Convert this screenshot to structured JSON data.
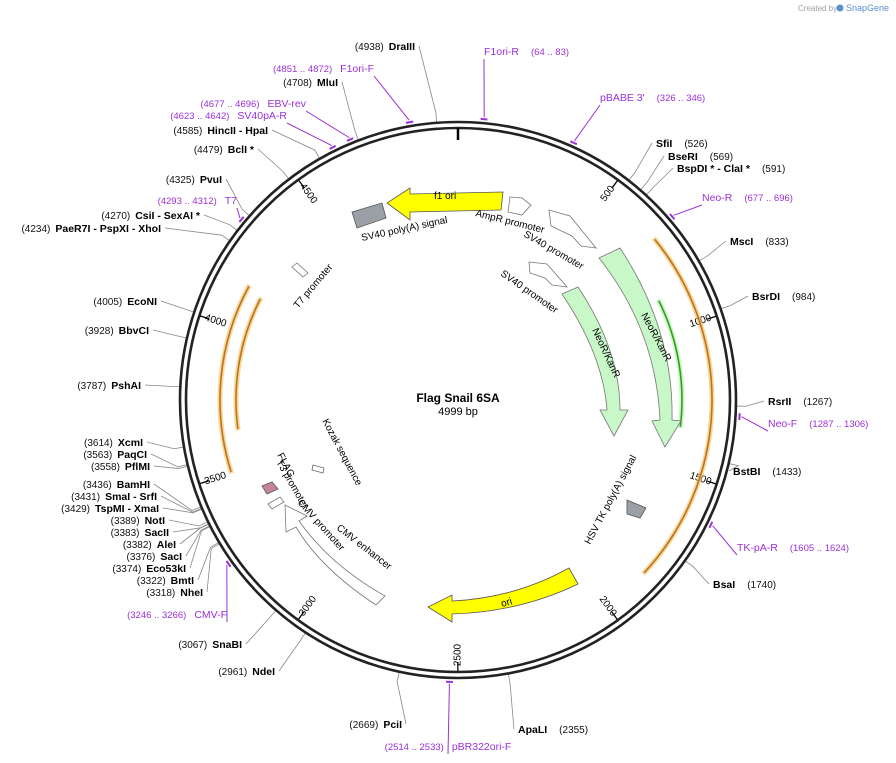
{
  "credit": {
    "prefix": "Created by",
    "brand": "SnapGene"
  },
  "plasmid": {
    "name": "Flag Snail 6SA",
    "length_label": "4999 bp",
    "length": 4999
  },
  "colors": {
    "primer": "#9b30d9",
    "orf": "#f7b24a",
    "orf_arrow": "#b8761a",
    "neo": "#c8f7c8",
    "neo_arrow": "#3a9a1a",
    "yellow": "#ffff00",
    "backbone": "#222222",
    "promoter": "#ffffff",
    "polya": "#9aa0a6",
    "flag": "#c4849f"
  },
  "ticks": [
    "500",
    "1000",
    "1500",
    "2000",
    "2500",
    "3000",
    "3500",
    "4000",
    "4500"
  ],
  "enzymes": [
    {
      "name": "DraIII",
      "pos": "(4938)"
    },
    {
      "name": "MluI",
      "pos": "(4708)"
    },
    {
      "name": "HincII - HpaI",
      "pos": "(4585)"
    },
    {
      "name": "BclI *",
      "pos": "(4479)"
    },
    {
      "name": "PvuI",
      "pos": "(4325)"
    },
    {
      "name": "CsiI - SexAI *",
      "pos": "(4270)"
    },
    {
      "name": "PaeR7I - PspXI - XhoI",
      "pos": "(4234)"
    },
    {
      "name": "EcoNI",
      "pos": "(4005)"
    },
    {
      "name": "BbvCI",
      "pos": "(3928)"
    },
    {
      "name": "PshAI",
      "pos": "(3787)"
    },
    {
      "name": "XcmI",
      "pos": "(3614)"
    },
    {
      "name": "PaqCI",
      "pos": "(3563)"
    },
    {
      "name": "PflMI",
      "pos": "(3558)"
    },
    {
      "name": "BamHI",
      "pos": "(3436)"
    },
    {
      "name": "SmaI - SrfI",
      "pos": "(3431)"
    },
    {
      "name": "TspMI - XmaI",
      "pos": "(3429)"
    },
    {
      "name": "NotI",
      "pos": "(3389)"
    },
    {
      "name": "SacII",
      "pos": "(3383)"
    },
    {
      "name": "AleI",
      "pos": "(3382)"
    },
    {
      "name": "SacI",
      "pos": "(3376)"
    },
    {
      "name": "Eco53kI",
      "pos": "(3374)"
    },
    {
      "name": "BmtI",
      "pos": "(3322)"
    },
    {
      "name": "NheI",
      "pos": "(3318)"
    },
    {
      "name": "SnaBI",
      "pos": "(3067)"
    },
    {
      "name": "NdeI",
      "pos": "(2961)"
    },
    {
      "name": "PciI",
      "pos": "(2669)"
    },
    {
      "name": "ApaLI",
      "pos": "(2355)"
    },
    {
      "name": "BsaI",
      "pos": "(1740)"
    },
    {
      "name": "BstBI",
      "pos": "(1433)"
    },
    {
      "name": "RsrII",
      "pos": "(1267)"
    },
    {
      "name": "BsrDI",
      "pos": "(984)"
    },
    {
      "name": "MscI",
      "pos": "(833)"
    },
    {
      "name": "SfiI",
      "pos": "(526)"
    },
    {
      "name": "BseRI",
      "pos": "(569)"
    },
    {
      "name": "BspDI * - ClaI *",
      "pos": "(591)"
    }
  ],
  "primers": [
    {
      "name": "F1ori-R",
      "range": "(64 .. 83)"
    },
    {
      "name": "pBABE 3'",
      "range": "(326 .. 346)"
    },
    {
      "name": "Neo-R",
      "range": "(677 .. 696)"
    },
    {
      "name": "Neo-F",
      "range": "(1287 .. 1306)"
    },
    {
      "name": "TK-pA-R",
      "range": "(1605 .. 1624)"
    },
    {
      "name": "pBR322ori-F",
      "range": "(2514 .. 2533)"
    },
    {
      "name": "CMV-F",
      "range": "(3246 .. 3266)"
    },
    {
      "name": "T7",
      "range": "(4293 .. 4312)"
    },
    {
      "name": "SV40pA-R",
      "range": "(4623 .. 4642)"
    },
    {
      "name": "EBV-rev",
      "range": "(4677 .. 4696)"
    },
    {
      "name": "F1ori-F",
      "range": "(4851 .. 4872)"
    }
  ],
  "features": {
    "f1_ori": "f1 ori",
    "ampr_promoter": "AmpR promoter",
    "sv40_polya": "SV40 poly(A) signal",
    "sv40_promoter_1": "SV40 promoter",
    "sv40_promoter_2": "SV40 promoter",
    "neo_1": "NeoR/KanR",
    "neo_2": "NeoR/KanR",
    "t7_promoter": "T7 promoter",
    "hsv_tk_polya": "HSV TK poly(A) signal",
    "ori": "ori",
    "cmv_enhancer": "CMV enhancer",
    "cmv_promoter": "CMV promoter",
    "t3_promoter": "T3 promoter",
    "flag": "FLAG",
    "kozak": "Kozak sequence"
  }
}
